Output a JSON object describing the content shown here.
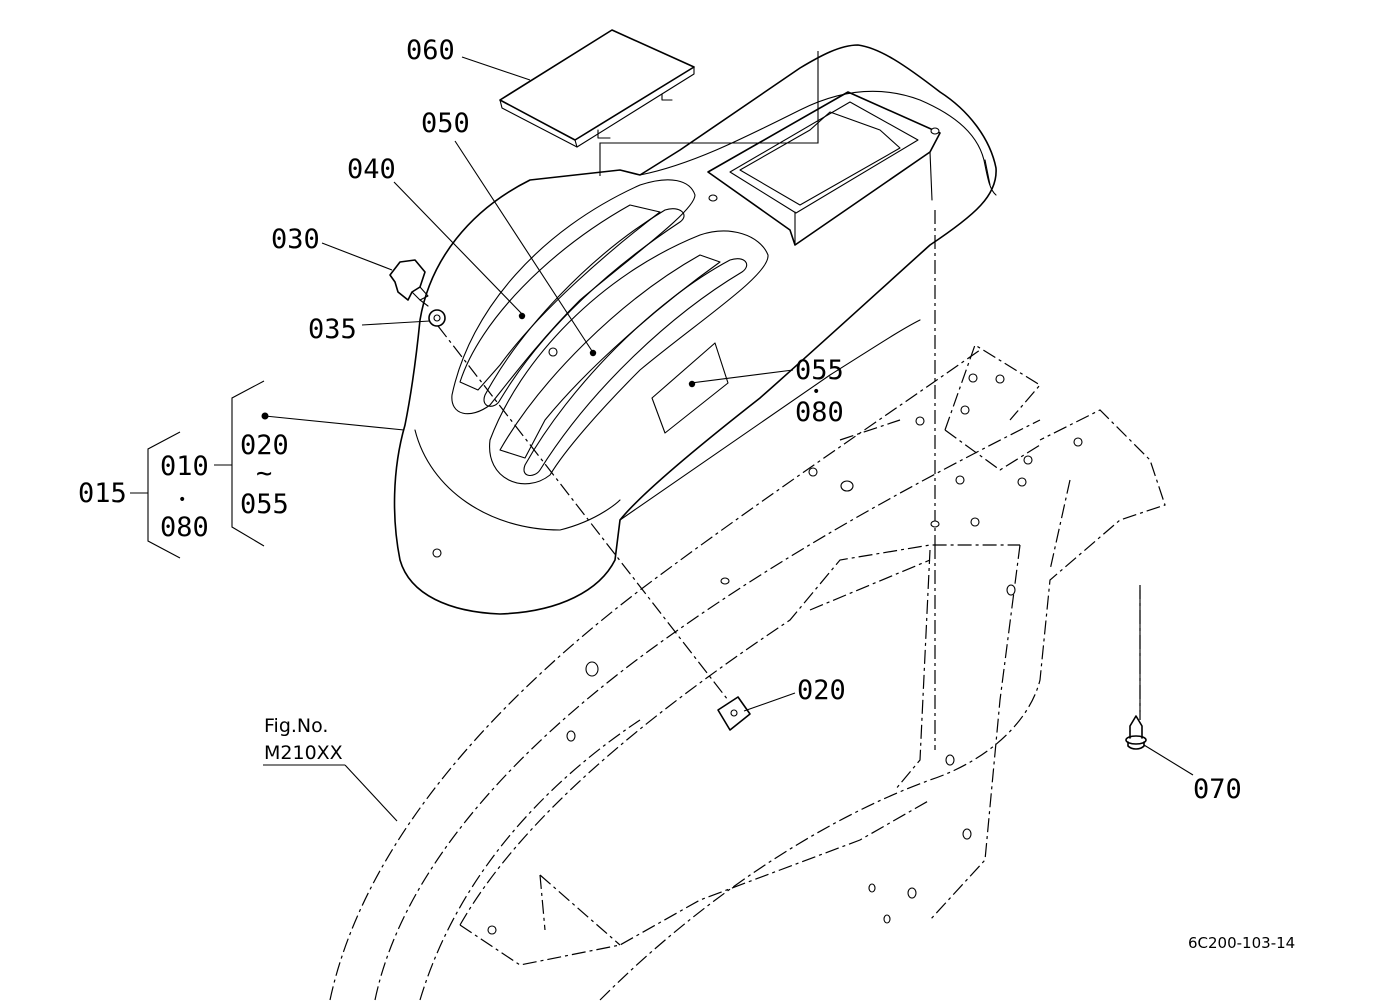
{
  "callouts": {
    "c060": "060",
    "c050": "050",
    "c040": "040",
    "c030": "030",
    "c035": "035",
    "c055a": "055",
    "c080a": "080",
    "c020_range": "020",
    "c055_range": "055",
    "c010": "010",
    "c080_range": "080",
    "c015": "015",
    "c020": "020",
    "c070": "070"
  },
  "range_symbol": "~",
  "separator_dot": "•",
  "fig_ref": {
    "line1": "Fig.No.",
    "line2": "M210XX"
  },
  "drawing_code": "6C200-103-14"
}
